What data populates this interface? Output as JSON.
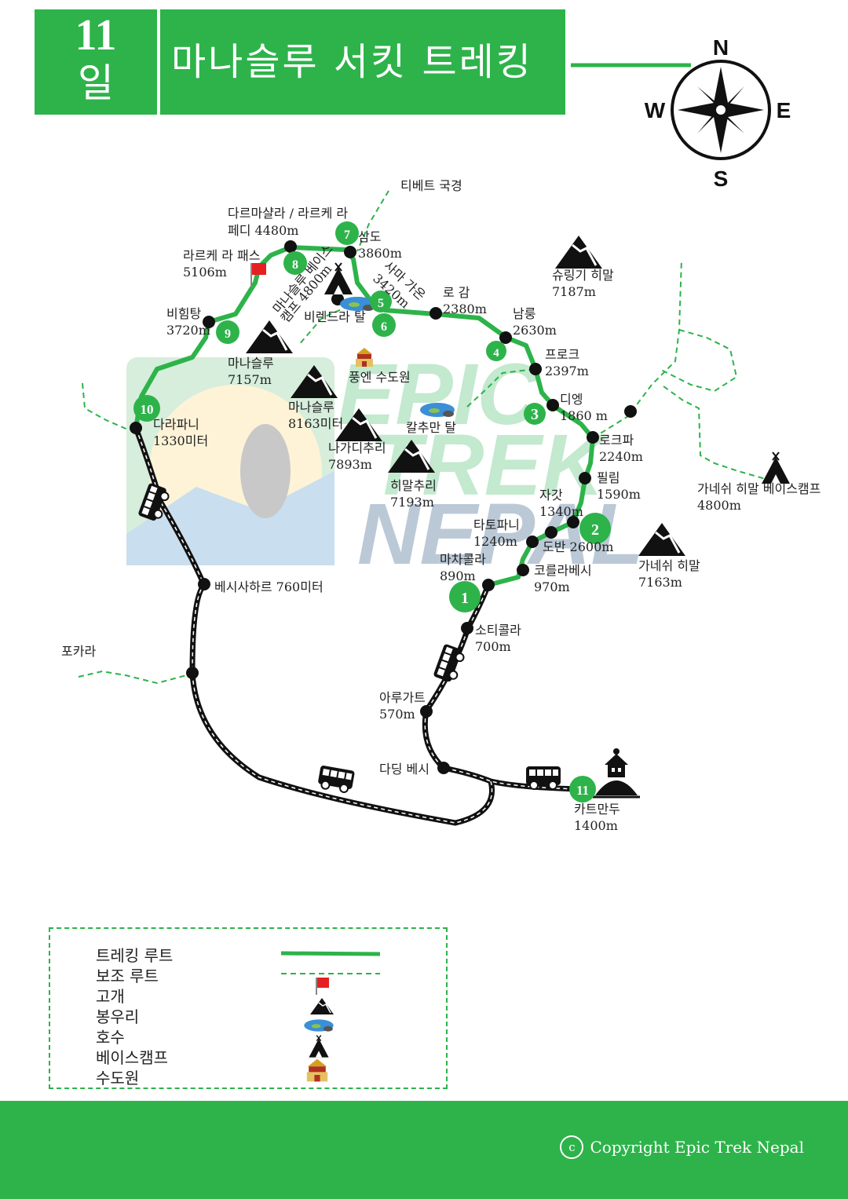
{
  "header": {
    "day_number": "11",
    "day_unit": "일",
    "title": "마나슬루 서킷 트레킹"
  },
  "compass": {
    "n": "N",
    "s": "S",
    "e": "E",
    "w": "W"
  },
  "colors": {
    "brand": "#2db34a",
    "route": "#2db34a",
    "road": "#111111"
  },
  "labels": {
    "tibet_border": "티베트 국경",
    "dharmasala_1": "다르마샬라 / 라르케 라",
    "dharmasala_2": "페디 4480m",
    "larke_pass_1": "라르케 라 패스",
    "larke_pass_2": "5106m",
    "samdo_1": "삼도",
    "samdo_2": "3860m",
    "samagaon_1": "사마 가온",
    "samagaon_2": "3420m",
    "mbc_1": "마나슬루 베이스",
    "mbc_2": "캠프 4800m",
    "birendra": "비렌드라 탈",
    "lho_1": "로 감",
    "lho_2": "2380m",
    "shringi_1": "슈링기 히말",
    "shringi_2": "7187m",
    "bimthang_1": "비힘탕",
    "bimthang_2": "3720m",
    "manaslu7157_1": "마나슬루",
    "manaslu7157_2": "7157m",
    "pungyen": "풍엔 수도원",
    "namrung_1": "남룽",
    "namrung_2": "2630m",
    "prok_1": "프로크",
    "prok_2": "2397m",
    "deng_1": "디엥",
    "deng_2": "1860 m",
    "dharapani_1": "다라파니",
    "dharapani_2": "1330미터",
    "manaslu8163_1": "마나슬루",
    "manaslu8163_2": "8163미터",
    "kalchuman": "칼추만 탈",
    "ngadi_1": "나가디추리",
    "ngadi_2": "7893m",
    "himalchuli_1": "히말추리",
    "himalchuli_2": "7193m",
    "lokpa_1": "로크파",
    "lokpa_2": "2240m",
    "philim_1": "필림",
    "philim_2": "1590m",
    "jagat_1": "자갓",
    "jagat_2": "1340m",
    "ganesh_bc_1": "가네쉬 히말 베이스캠프",
    "ganesh_bc_2": "4800m",
    "tatopani_1": "타토파니",
    "tatopani_2": "1240m",
    "doban": "도반 2600m",
    "machha_1": "마차콜라",
    "machha_2": "890m",
    "khorla_1": "코를라베시",
    "khorla_2": "970m",
    "ganesh_1": "가네쉬 히말",
    "ganesh_2": "7163m",
    "besisahar": "베시사하르 760미터",
    "pokhara": "포카라",
    "soti_1": "소티콜라",
    "soti_2": "700m",
    "arughat_1": "아루가트",
    "arughat_2": "570m",
    "dading": "다딩 베시",
    "kathmandu_1": "카트만두",
    "kathmandu_2": "1400m"
  },
  "days": [
    "1",
    "2",
    "3",
    "4",
    "5",
    "6",
    "7",
    "8",
    "9",
    "10",
    "11"
  ],
  "watermark": {
    "line1": "EPIC",
    "line2": "TREK",
    "line3": "NEPAL"
  },
  "legend": {
    "items": [
      {
        "label": "트레킹 루트",
        "icon": "solid-green-line"
      },
      {
        "label": "보조 루트",
        "icon": "dashed-green-line"
      },
      {
        "label": "고개",
        "icon": "red-flag-icon"
      },
      {
        "label": "봉우리",
        "icon": "mountain-icon"
      },
      {
        "label": "호수",
        "icon": "lake-icon"
      },
      {
        "label": "베이스캠프",
        "icon": "tent-icon"
      },
      {
        "label": "수도원",
        "icon": "monastery-icon"
      }
    ]
  },
  "footer": {
    "copyright_symbol": "c",
    "copyright": "Copyright Epic Trek Nepal"
  }
}
